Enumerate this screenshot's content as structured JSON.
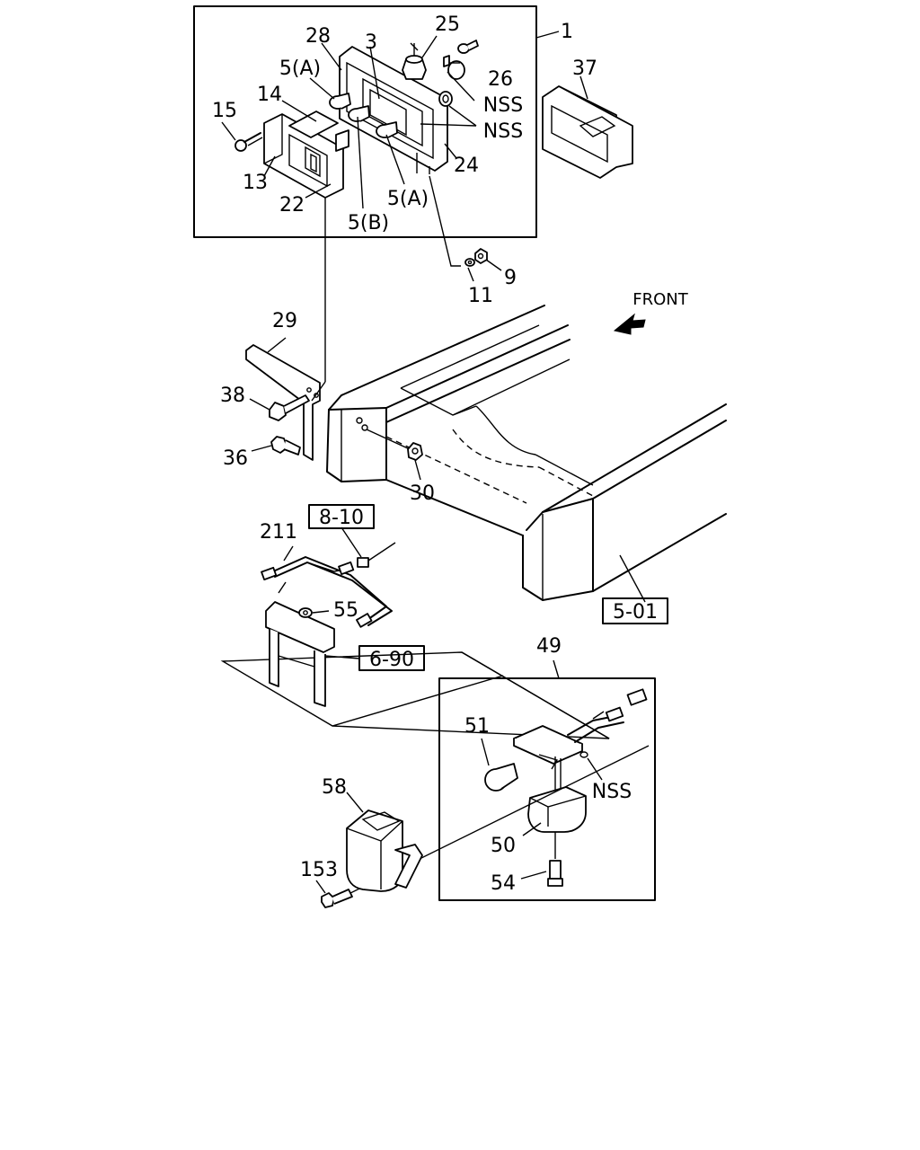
{
  "direction_label": "FRONT",
  "callouts": {
    "c1": "1",
    "c3": "3",
    "c25": "25",
    "c28": "28",
    "c26": "26",
    "c37": "37",
    "c5a_top": "5(A)",
    "c14": "14",
    "c15": "15",
    "nss1": "NSS",
    "nss2": "NSS",
    "c24": "24",
    "c13": "13",
    "c5a_bot": "5(A)",
    "c22": "22",
    "c5b": "5(B)",
    "c9": "9",
    "c11": "11",
    "c29": "29",
    "c38": "38",
    "c36": "36",
    "c30": "30",
    "c211": "211",
    "c55": "55",
    "c49": "49",
    "c51": "51",
    "nss3": "NSS",
    "c58": "58",
    "c50": "50",
    "c153": "153",
    "c54": "54"
  },
  "references": {
    "r810": "8-10",
    "r690": "6-90",
    "r501": "5-01"
  }
}
